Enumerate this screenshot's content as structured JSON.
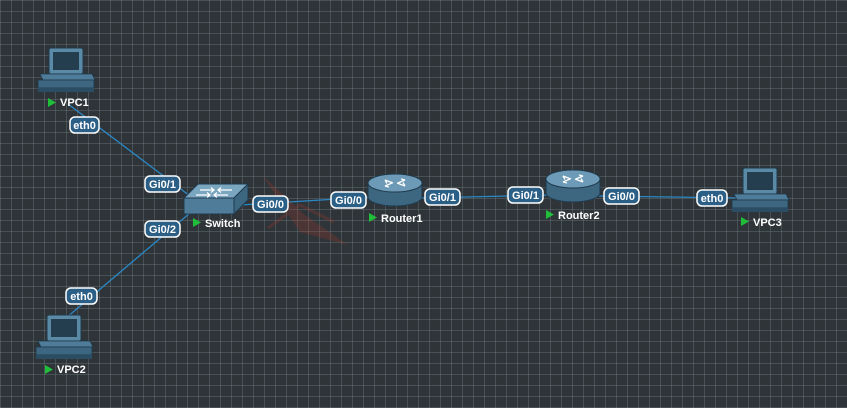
{
  "colors": {
    "canvas_bg": "#2e3438",
    "link": "#2b88c6",
    "port_pill": "#2c5f86",
    "run_indicator": "#1fbf3a",
    "device_body": "#4f7d99"
  },
  "nodes": {
    "vpc1": {
      "label": "VPC1",
      "icon": "pc-icon",
      "status_icon": "running-arrow-icon"
    },
    "vpc2": {
      "label": "VPC2",
      "icon": "pc-icon",
      "status_icon": "running-arrow-icon"
    },
    "vpc3": {
      "label": "VPC3",
      "icon": "pc-icon",
      "status_icon": "running-arrow-icon"
    },
    "switch": {
      "label": "Switch",
      "icon": "switch-icon",
      "status_icon": "running-arrow-icon"
    },
    "router1": {
      "label": "Router1",
      "icon": "router-icon",
      "status_icon": "running-arrow-icon"
    },
    "router2": {
      "label": "Router2",
      "icon": "router-icon",
      "status_icon": "running-arrow-icon"
    }
  },
  "links": [
    {
      "from": "vpc1",
      "from_port": "eth0",
      "to": "switch",
      "to_port": "Gi0/1"
    },
    {
      "from": "vpc2",
      "from_port": "eth0",
      "to": "switch",
      "to_port": "Gi0/2"
    },
    {
      "from": "switch",
      "from_port": "Gi0/0",
      "to": "router1",
      "to_port": "Gi0/0"
    },
    {
      "from": "router1",
      "from_port": "Gi0/1",
      "to": "router2",
      "to_port": "Gi0/1"
    },
    {
      "from": "router2",
      "from_port": "Gi0/0",
      "to": "vpc3",
      "to_port": "eth0"
    }
  ]
}
